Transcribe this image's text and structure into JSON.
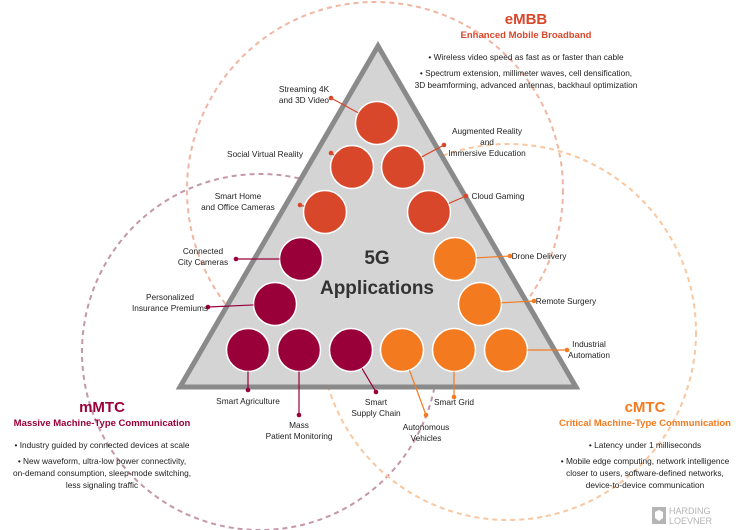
{
  "center": {
    "line1": "5G",
    "line2": "Applications"
  },
  "embb": {
    "abbr": "eMBB",
    "name": "Enhanced Mobile Broadband",
    "bullets": [
      [
        "• Wireless video speed as fast as or faster than cable"
      ],
      [
        "• Spectrum extension, millimeter waves, cell densification,",
        "3D beamforming, advanced antennas, backhaul optimization"
      ]
    ],
    "color": "#d9472b"
  },
  "mmtc": {
    "abbr": "mMTC",
    "name": "Massive Machine-Type Communication",
    "bullets": [
      [
        "• Industry guided by connected devices at scale"
      ],
      [
        "• New waveform, ultra-low power connectivity,",
        "on-demand consumption, sleep-mode switching,",
        "less signaling traffic"
      ]
    ],
    "color": "#99003a"
  },
  "cmtc": {
    "abbr": "cMTC",
    "name": "Critical Machine-Type Communication",
    "bullets": [
      [
        "• Latency under 1 milliseconds"
      ],
      [
        "• Mobile edge computing, network intelligence",
        "closer to users, software-defined networks,",
        "device-to-device communication"
      ]
    ],
    "color": "#f47a20"
  },
  "applications": [
    {
      "key": "streaming",
      "group": "embb",
      "lines": [
        "Streaming 4K",
        "and 3D Video"
      ]
    },
    {
      "key": "social-vr",
      "group": "embb",
      "lines": [
        "Social Virtual Reality"
      ]
    },
    {
      "key": "augmented-reality",
      "group": "embb",
      "lines": [
        "Augmented Reality",
        "and",
        "Immersive Education"
      ]
    },
    {
      "key": "smart-home",
      "group": "embb",
      "lines": [
        "Smart Home",
        "and Office Cameras"
      ]
    },
    {
      "key": "cloud-gaming",
      "group": "embb",
      "lines": [
        "Cloud Gaming"
      ]
    },
    {
      "key": "city-cameras",
      "group": "mmtc",
      "lines": [
        "Connected",
        "City Cameras"
      ]
    },
    {
      "key": "insurance",
      "group": "mmtc",
      "lines": [
        "Personalized",
        "Insurance Premiums"
      ]
    },
    {
      "key": "smart-agriculture",
      "group": "mmtc",
      "lines": [
        "Smart Agriculture"
      ]
    },
    {
      "key": "patient-monitoring",
      "group": "mmtc",
      "lines": [
        "Mass",
        "Patient Monitoring"
      ]
    },
    {
      "key": "supply-chain",
      "group": "mmtc",
      "lines": [
        "Smart",
        "Supply Chain"
      ]
    },
    {
      "key": "drone-delivery",
      "group": "cmtc",
      "lines": [
        "Drone Delivery"
      ]
    },
    {
      "key": "remote-surgery",
      "group": "cmtc",
      "lines": [
        "Remote Surgery"
      ]
    },
    {
      "key": "industrial-automation",
      "group": "cmtc",
      "lines": [
        "Industrial",
        "Automation"
      ]
    },
    {
      "key": "smart-grid",
      "group": "cmtc",
      "lines": [
        "Smart Grid"
      ]
    },
    {
      "key": "autonomous-vehicles",
      "group": "cmtc",
      "lines": [
        "Autonomous",
        "Vehicles"
      ]
    }
  ],
  "logo": {
    "line1": "HARDING",
    "line2": "LOEVNER"
  },
  "colors": {
    "triangle_fill": "#d4d4d4",
    "triangle_stroke": "#8a8a8a",
    "text": "#222222"
  }
}
